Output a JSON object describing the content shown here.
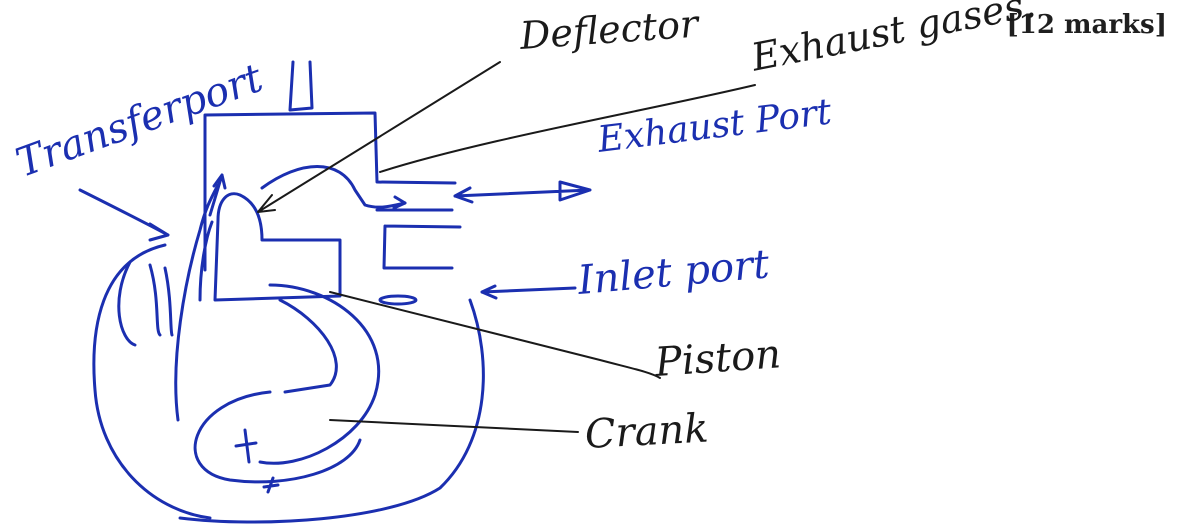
{
  "header": {
    "marks": "[12 marks]"
  },
  "labels": {
    "deflector": "Deflector",
    "exhaust_gases": "Exhaust gases.",
    "exhaust_port": "Exhaust Port",
    "transfer_port": "Transferport",
    "inlet_port": "Inlet port",
    "piston": "Piston",
    "crank": "Crank"
  },
  "colors": {
    "ink_blue": "#1b2fb0",
    "ink_black": "#1a1a1a"
  }
}
